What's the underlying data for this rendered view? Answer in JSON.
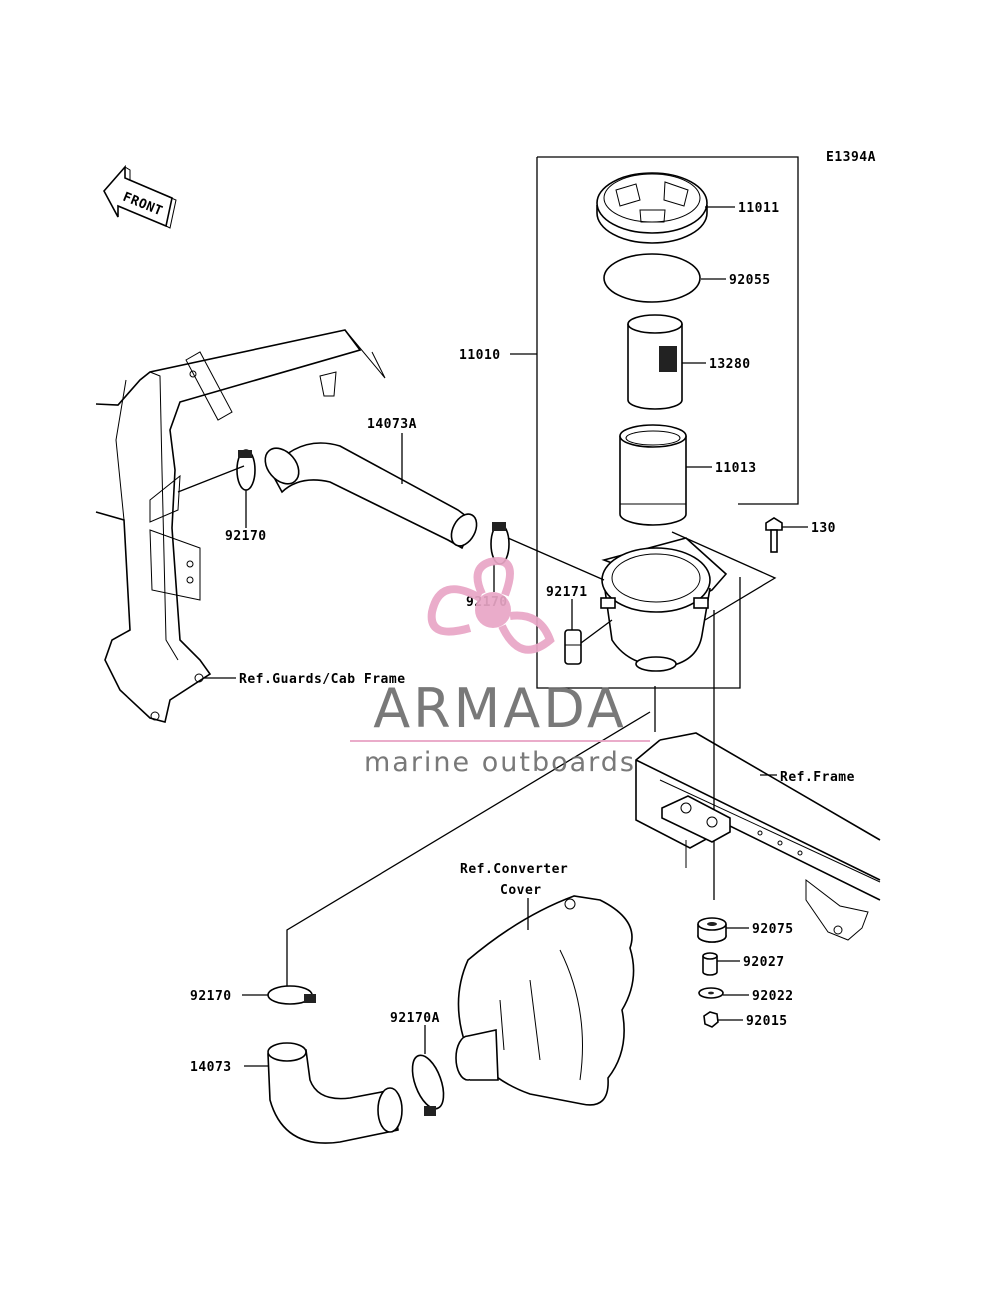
{
  "diagram_code": "E1394A",
  "front_label": "FRONT",
  "parts": {
    "p11011": "11011",
    "p92055": "92055",
    "p13280": "13280",
    "p11013": "11013",
    "p11010": "11010",
    "p130": "130",
    "p14073A": "14073A",
    "p92170_top": "92170",
    "p92170_mid": "92170",
    "p92171": "92171",
    "p92075": "92075",
    "p92027": "92027",
    "p92022": "92022",
    "p92015": "92015",
    "p92170_bottom": "92170",
    "p92170A": "92170A",
    "p14073": "14073"
  },
  "refs": {
    "guards": "Ref.Guards/Cab Frame",
    "frame": "Ref.Frame",
    "converter_line1": "Ref.Converter",
    "converter_line2": "Cover"
  },
  "watermark": {
    "brand": "ARMADA",
    "tagline": "marine outboards",
    "text_color": "#6e6e6e",
    "accent_color": "#e9a6c6"
  }
}
